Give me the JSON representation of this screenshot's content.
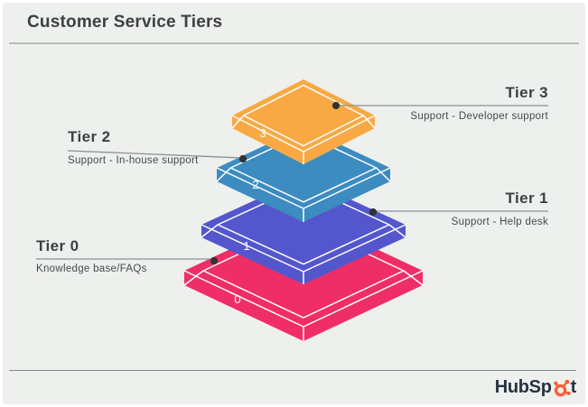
{
  "page": {
    "title": "Customer Service Tiers",
    "background_color": "#eef0ee",
    "title_color": "#3e4043",
    "header_divider_color": "#b7bbb7",
    "footer_divider_color": "#868b8f"
  },
  "diagram": {
    "type": "stacked-pyramid-layers",
    "edge_color": "#ffffff",
    "callout_line_color": "#8b9196",
    "callout_dot_color": "#333333",
    "tiers": [
      {
        "number": "0",
        "name": "Tier 0",
        "description": "Knowledge base/FAQs",
        "color": "#ef2e67",
        "label_side": "left"
      },
      {
        "number": "1",
        "name": "Tier 1",
        "description": "Support - Help desk",
        "color": "#5456cd",
        "label_side": "right"
      },
      {
        "number": "2",
        "name": "Tier 2",
        "description": "Support - In-house support",
        "color": "#3c8cc1",
        "label_side": "left"
      },
      {
        "number": "3",
        "name": "Tier 3",
        "description": "Support - Developer support",
        "color": "#f8a944",
        "label_side": "right"
      }
    ]
  },
  "brand": {
    "logo_text": "HubSpot",
    "logo_prefix": "HubSp",
    "logo_suffix": "t",
    "text_color": "#253342",
    "sprocket_color": "#ff5c35"
  }
}
